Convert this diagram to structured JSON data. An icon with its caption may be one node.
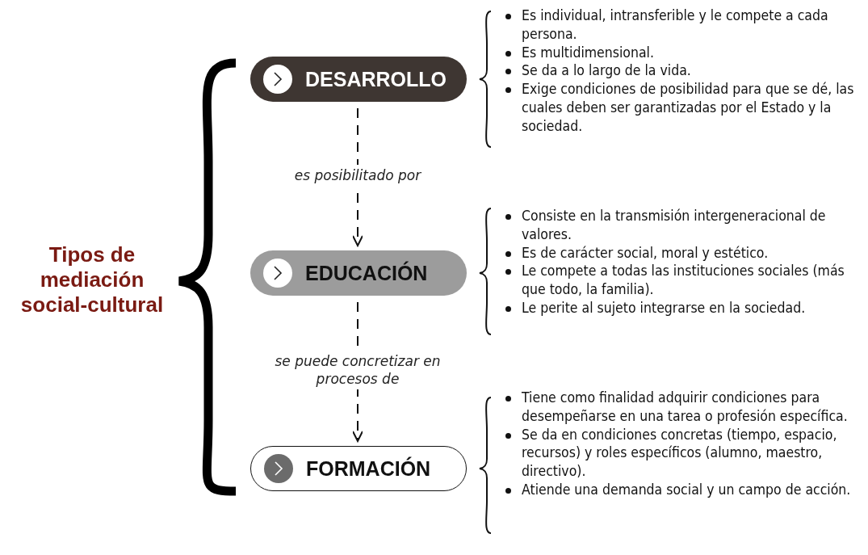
{
  "diagram": {
    "nodes": [
      {
        "text": [
          "Tipos de mediación social-cultural"
        ]
      },
      {
        "text": [
          "DESARROLLO"
        ],
        "beside": [
          "Es individual, intransferible y le compete a cada persona.",
          "Es multidimensional.",
          "Se da a lo largo de la vida.",
          "Exige condiciones de posibilidad para que se dé, las cuales deben ser garantizadas por el Estado y la sociedad."
        ]
      },
      {
        "text": [
          "EDUCACIÓN"
        ],
        "beside": [
          "Consiste en la transmisión intergeneracional de valores.",
          "Es de carácter social, moral y estético.",
          "Le compete a todas las instituciones sociales (más que todo, la familia).",
          "Le perite al sujeto integrarse en la sociedad."
        ]
      },
      {
        "text": [
          "FORMACIÓN"
        ],
        "beside": [
          "Tiene como finalidad adquirir condiciones para desempeñarse en una tarea o profesión específica.",
          "Se da en condiciones concretas (tiempo, espacio, recursos) y roles específicos (alumno, maestro, directivo).",
          "Atiende una demanda social y un campo de acción."
        ]
      }
    ],
    "edges": [
      {
        "from": 1,
        "to": 2,
        "arrow": "to",
        "label": "es posibilitado por",
        "style": "dashed"
      },
      {
        "from": 2,
        "to": 3,
        "arrow": "to",
        "label": "se puede concretizar en procesos de",
        "style": "dashed"
      }
    ]
  }
}
